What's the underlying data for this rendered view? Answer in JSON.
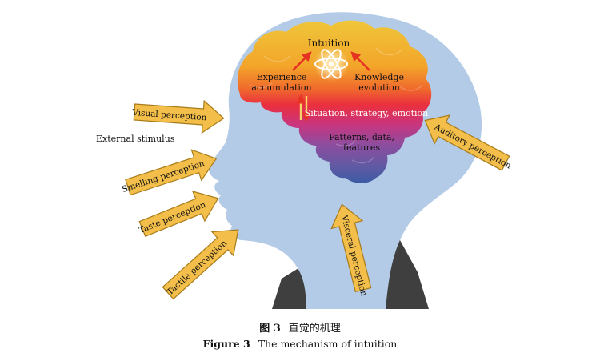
{
  "labels": {
    "intuition": "Intuition",
    "experience": [
      "Experience",
      "accumulation"
    ],
    "knowledge": [
      "Knowledge",
      "evolution"
    ],
    "situation": "Situation, strategy, emotion",
    "patterns": [
      "Patterns, data,",
      "features"
    ],
    "external": "External stimulus"
  },
  "perceptions": {
    "visual": "Visual perception",
    "smelling": "Smelling perception",
    "taste": "Taste perception",
    "tactile": "Tactile perception",
    "auditory": "Auditory perception",
    "visceral": "Visceral perception"
  },
  "caption": {
    "zh_num": "图 3",
    "zh_text": "直觉的机理",
    "en_num": "Figure 3",
    "en_text": "The mechanism of intuition"
  },
  "colors": {
    "head": "#b3cbe6",
    "shoulders": "#3f3f3f",
    "arrow_fill": "#f3bf4a",
    "arrow_stroke": "#a77b1a",
    "brain_top": "#f1b52a",
    "brain_mid": "#ec3a3a",
    "brain_low": "#a0489b",
    "brain_bottom": "#3f5aa6",
    "red_arrow": "#e53222"
  }
}
